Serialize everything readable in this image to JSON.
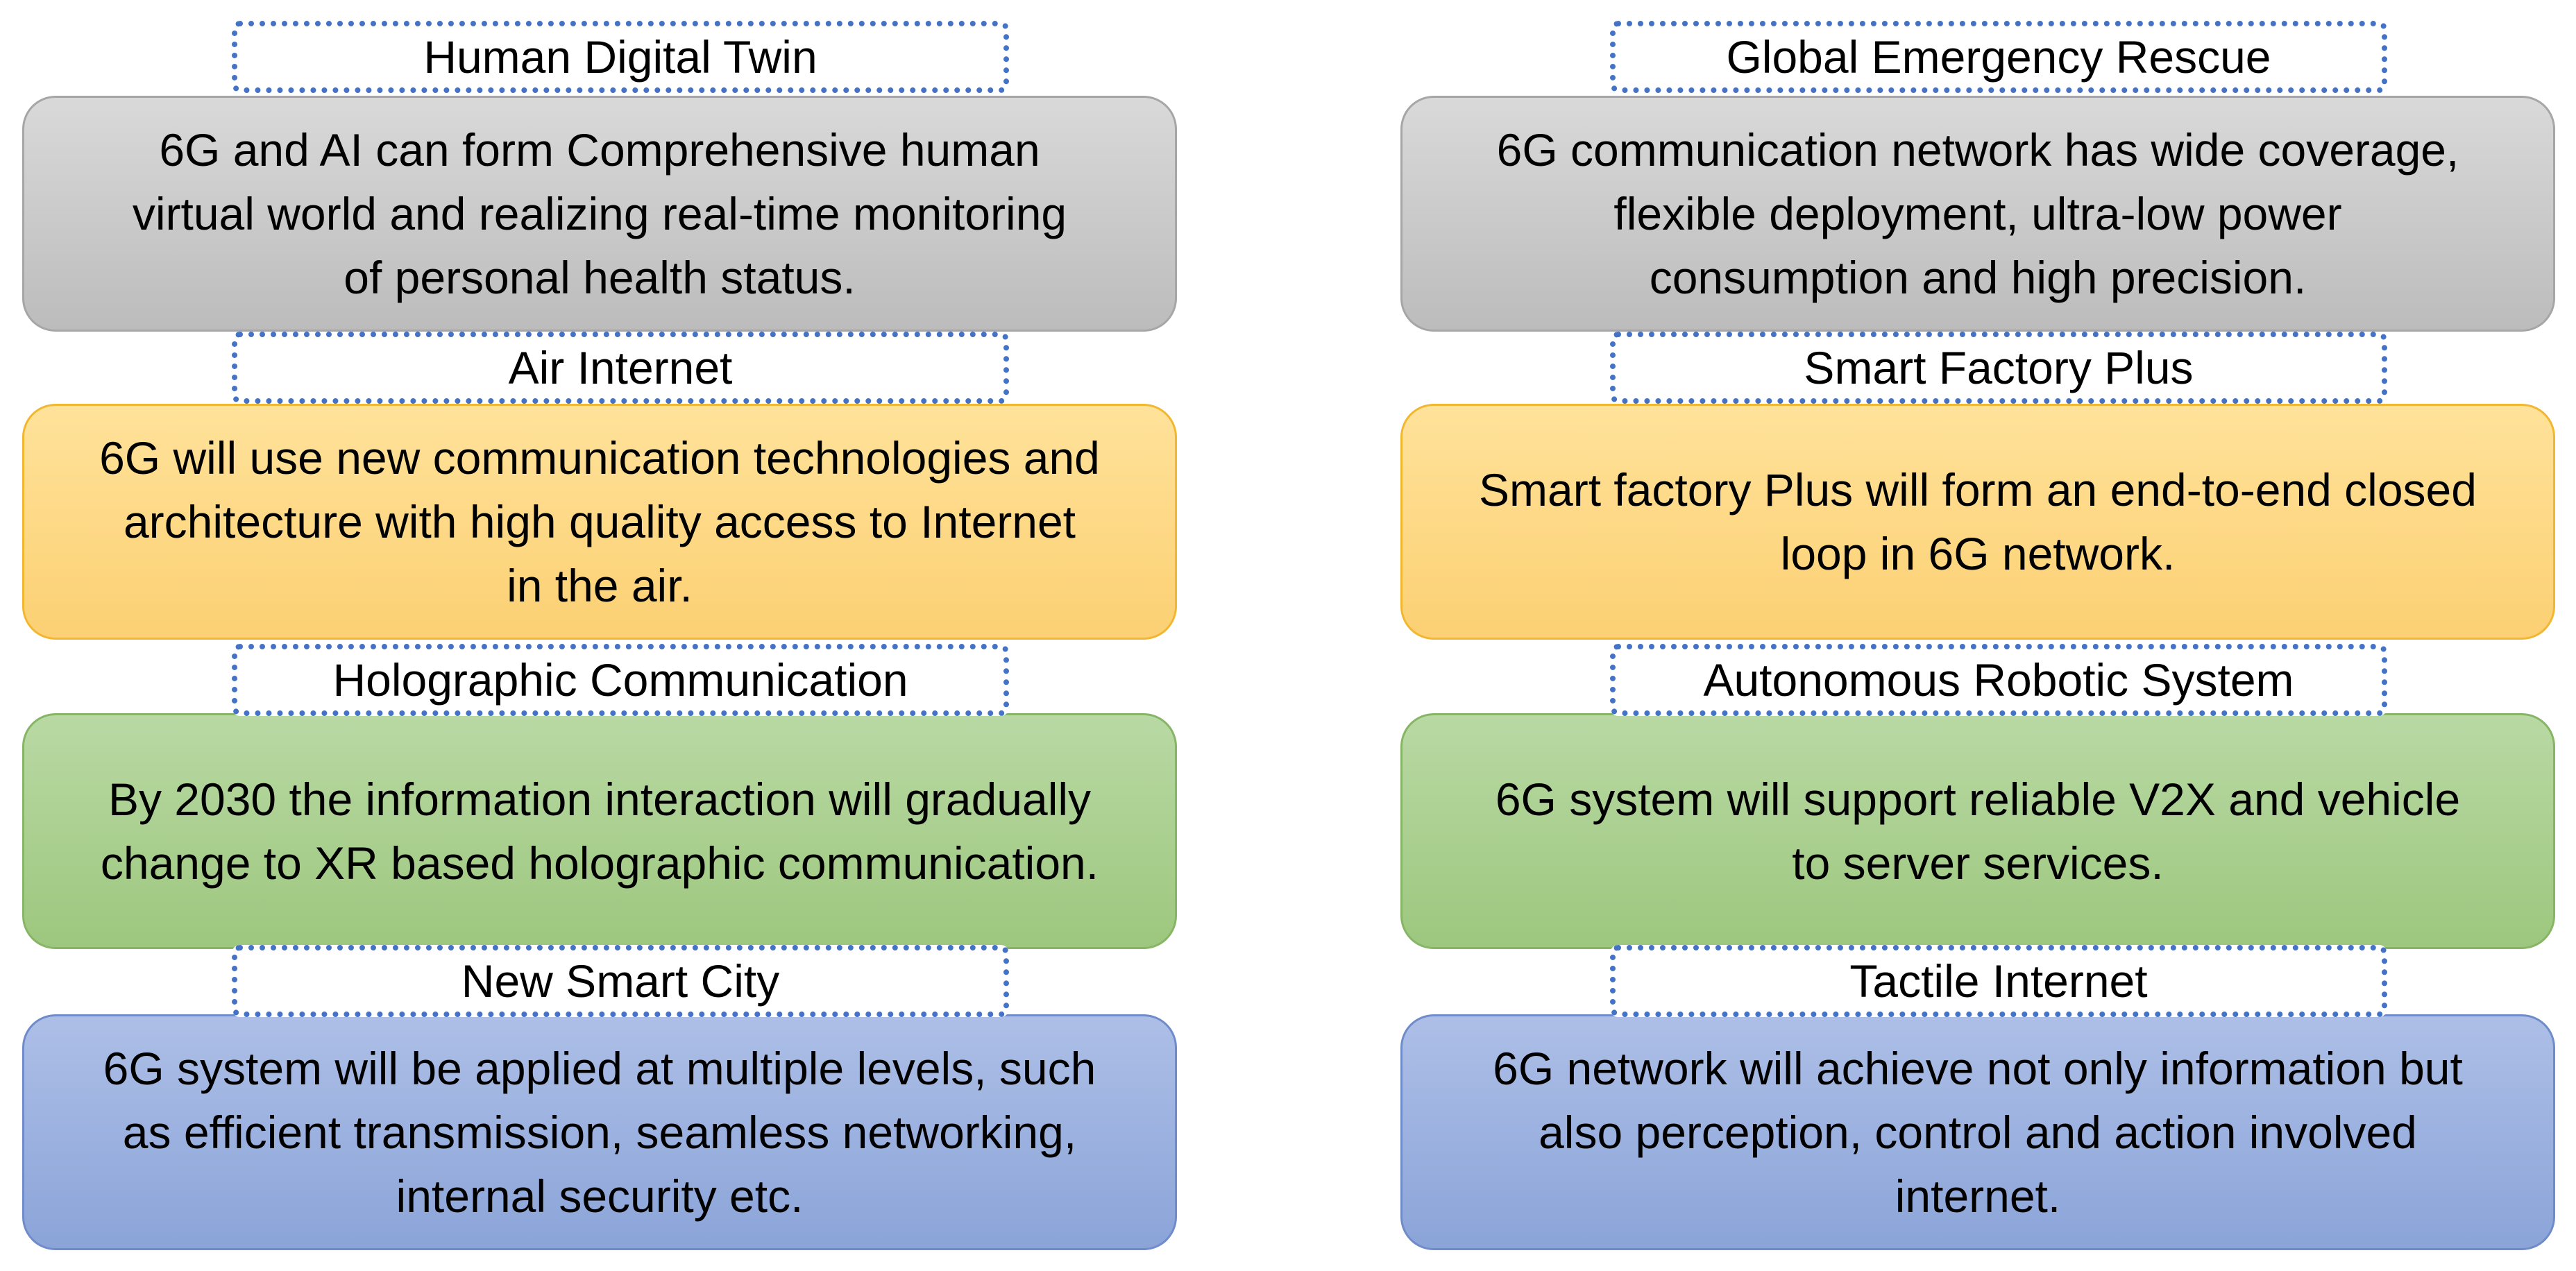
{
  "left_column": [
    {
      "title": "Human Digital Twin",
      "lines": [
        "6G and AI can form Comprehensive human",
        "virtual world and realizing real-time monitoring",
        "of personal health status."
      ]
    },
    {
      "title": "Air Internet",
      "lines": [
        "6G will use new communication technologies and",
        "architecture with high quality access to Internet",
        "in the air."
      ]
    },
    {
      "title": "Holographic Communication",
      "lines": [
        "By 2030 the information interaction will gradually",
        "change to XR based holographic communication."
      ]
    },
    {
      "title": "New Smart City",
      "lines": [
        "6G system will be applied at multiple levels, such",
        "as efficient transmission, seamless networking,",
        "internal security etc."
      ]
    }
  ],
  "right_column": [
    {
      "title": "Global Emergency Rescue",
      "lines": [
        "6G communication network has wide coverage,",
        "flexible deployment, ultra-low power",
        "consumption and high precision."
      ]
    },
    {
      "title": "Smart Factory Plus",
      "lines": [
        "Smart factory Plus will form an end-to-end closed",
        "loop in 6G network."
      ]
    },
    {
      "title": "Autonomous Robotic System",
      "lines": [
        "6G system will support reliable V2X and vehicle",
        "to server services."
      ]
    },
    {
      "title": "Tactile Internet",
      "lines": [
        "6G network will achieve not only information but",
        "also perception, control and action involved",
        "internet."
      ]
    }
  ],
  "colors": {
    "title_border": "#4472c4",
    "row_1": "#cfcfcf",
    "row_2": "#fed983",
    "row_3": "#a9d08e",
    "row_4": "#9db3e0"
  }
}
